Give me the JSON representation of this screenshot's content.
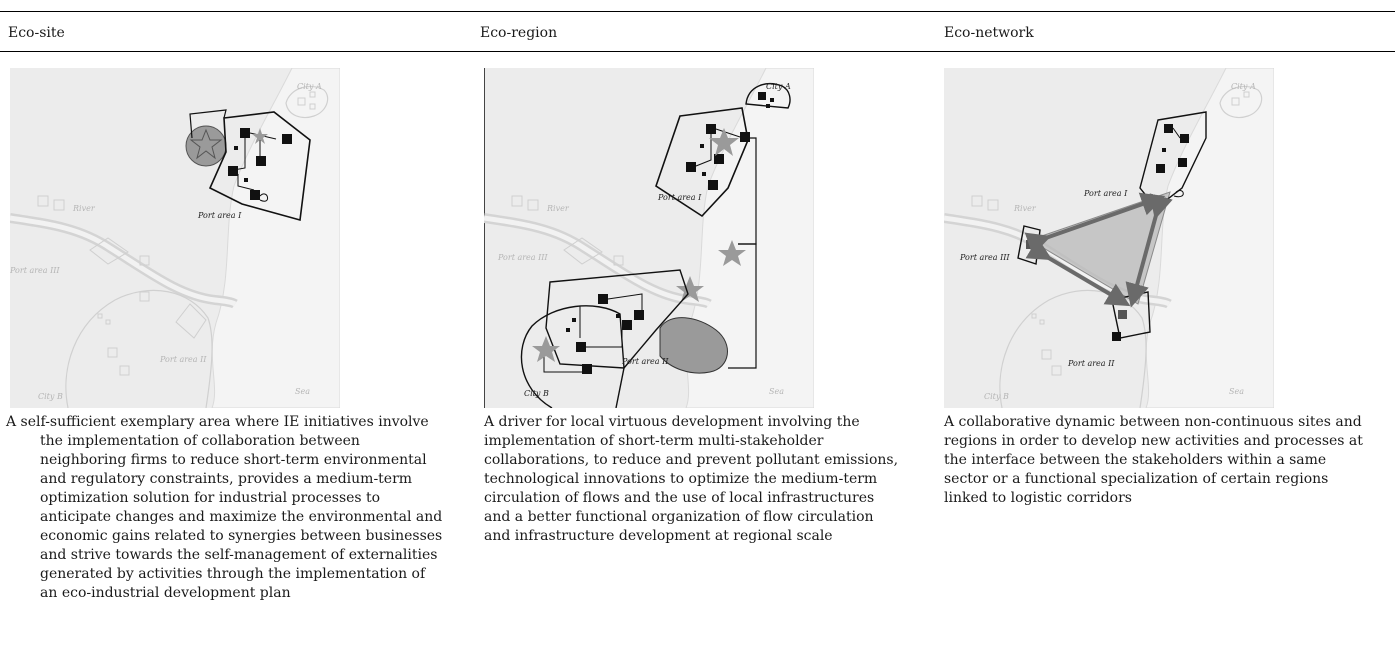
{
  "columns": [
    {
      "header": "Eco-site",
      "map_labels": {
        "city_a": "City A",
        "city_b": "City B",
        "river": "River",
        "sea": "Sea",
        "port_1": "Port area I",
        "port_2": "Port area II",
        "port_3": "Port area III"
      },
      "description": "A self-sufficient exemplary area where IE initiatives involve the implementation of collaboration between neighboring firms to reduce short-term environmental and regulatory constraints, provides a medium-term optimization solution for industrial processes to anticipate changes and maximize the environmental and economic gains related to synergies between businesses and strive towards the self-management of externalities generated by activities through the implementation of an eco-industrial development plan"
    },
    {
      "header": "Eco-region",
      "map_labels": {
        "city_a": "City A",
        "city_b": "City B",
        "river": "River",
        "sea": "Sea",
        "port_1": "Port area I",
        "port_2": "Port area II",
        "port_3": "Port area III"
      },
      "description": "A driver for local virtuous development involving the implementation of short-term multi-stakeholder collaborations, to reduce and prevent pollutant emissions, technological innovations to optimize the medium-term circulation of flows and the use of local infrastructures and a better functional organization of flow circulation and infrastructure development at regional scale"
    },
    {
      "header": "Eco-network",
      "map_labels": {
        "city_a": "City A",
        "city_b": "City B",
        "river": "River",
        "sea": "Sea",
        "port_1": "Port area I",
        "port_2": "Port area II",
        "port_3": "Port area III"
      },
      "description": "A collaborative dynamic between non-continuous sites and regions in order to develop new activities and processes at the interface between the stakeholders within a same sector or a functional specialization of certain regions linked to logistic corridors"
    }
  ]
}
